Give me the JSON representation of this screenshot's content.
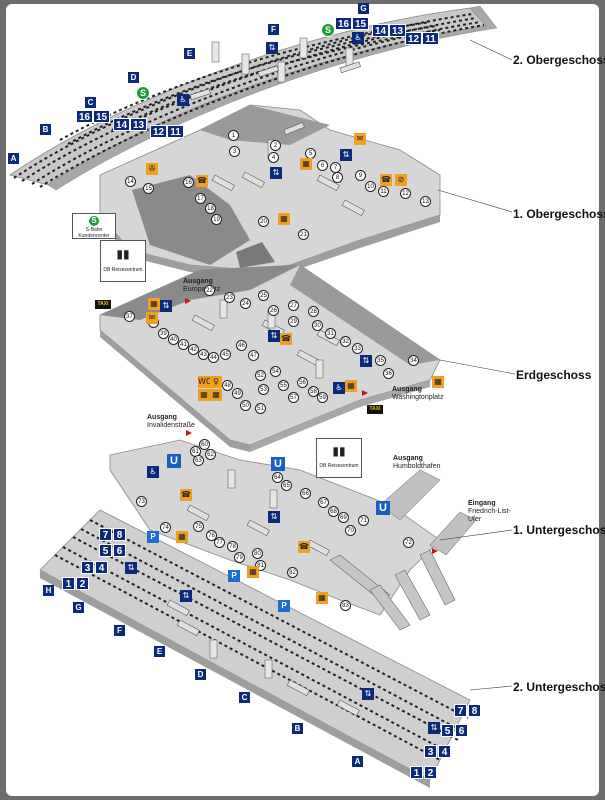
{
  "floors": {
    "og2": "2. Obergeschoss",
    "og1": "1. Obergeschoss",
    "eg": "Erdgeschoss",
    "ug1": "1. Untergeschoss",
    "ug2": "2. Untergeschoss"
  },
  "exits": {
    "europaplatz_title": "Ausgang",
    "europaplatz_name": "Europaplatz",
    "washingtonplatz_title": "Ausgang",
    "washingtonplatz_name": "Washingtonplatz",
    "invalidenstrasse_title": "Ausgang",
    "invalidenstrasse_name": "Invalidenstraße",
    "humboldthafen_title": "Ausgang",
    "humboldthafen_name": "Humboldthafen",
    "fls_title": "Eingang",
    "fls_name1": "Friedrich-List-",
    "fls_name2": "Ufer"
  },
  "legend": {
    "sbahn_service": "S-Bahn Kundencenter",
    "db_center_1": "DB Reisezentrum",
    "db_center_2": "DB Reisezentrum"
  },
  "sections": {
    "og2_left": [
      "A",
      "B",
      "C",
      "D",
      "E",
      "F",
      "G"
    ],
    "ug2_left": [
      "H",
      "G",
      "F",
      "E",
      "D",
      "C",
      "B",
      "A"
    ]
  },
  "platforms": {
    "og2_top_left": [
      "16",
      "15"
    ],
    "og2_top_right": [
      "14",
      "13"
    ],
    "og2_top_right2": [
      "12",
      "11"
    ],
    "og2_bot_left": [
      "16",
      "15"
    ],
    "og2_bot_mid": [
      "14",
      "13"
    ],
    "og2_bot_right": [
      "12",
      "11"
    ],
    "ug2_left": [
      "7",
      "8",
      "5",
      "6",
      "3",
      "4",
      "1",
      "2"
    ],
    "ug2_right": [
      "7",
      "8",
      "5",
      "6",
      "3",
      "4",
      "1",
      "2"
    ]
  },
  "icons": {
    "taxi": "TAXI",
    "ubahn": "U",
    "parking": "P",
    "sbahn": "S",
    "wc": "WC"
  },
  "og1_numbers": [
    "1",
    "2",
    "3",
    "4",
    "5",
    "6",
    "7",
    "8",
    "9",
    "10",
    "11",
    "12",
    "13",
    "14",
    "15",
    "16",
    "17",
    "18",
    "19",
    "20",
    "21"
  ],
  "eg_numbers": [
    "22",
    "23",
    "24",
    "25",
    "26",
    "27",
    "28",
    "29",
    "30",
    "31",
    "32",
    "33",
    "34",
    "35",
    "36",
    "37",
    "38",
    "39",
    "40",
    "41",
    "42",
    "43",
    "44",
    "45",
    "46",
    "47",
    "48",
    "49",
    "50",
    "51",
    "52",
    "53",
    "54",
    "55",
    "56",
    "57",
    "58",
    "59"
  ],
  "ug1_numbers": [
    "60",
    "61",
    "62",
    "63",
    "64",
    "65",
    "66",
    "67",
    "68",
    "69",
    "70",
    "71",
    "72",
    "73",
    "74",
    "75",
    "76",
    "77",
    "78",
    "79",
    "80",
    "81",
    "82",
    "83"
  ],
  "colors": {
    "frame": "#6d6d6d",
    "background": "#ffffff",
    "platform_sign": "#0c2a7a",
    "floor_fill": "#d4d4d4",
    "floor_dark": "#8a8a8a",
    "service_orange": "#f0a020",
    "sbahn_green": "#1a9e3a",
    "ubahn_blue": "#1560c0"
  }
}
